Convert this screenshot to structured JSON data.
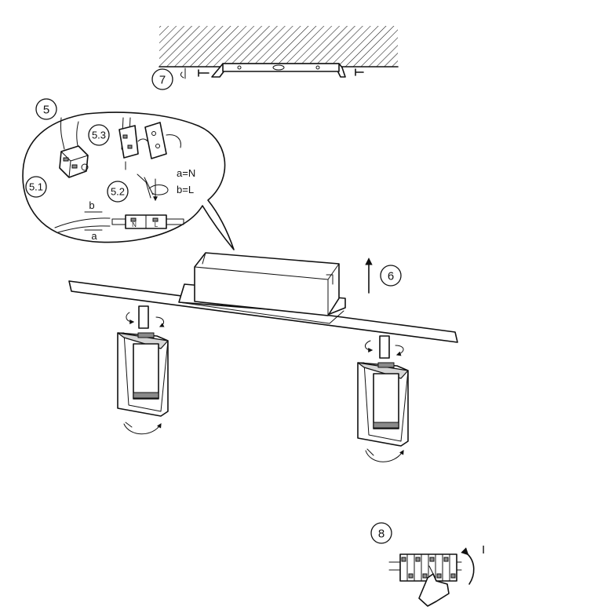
{
  "steps": {
    "s5": "5",
    "s51": "5.1",
    "s52": "5.2",
    "s53": "5.3",
    "s6": "6",
    "s7": "7",
    "s8": "8"
  },
  "labels": {
    "a_eq_n": "a=N",
    "b_eq_l": "b=L",
    "wire_a": "a",
    "wire_b": "b",
    "terminal_n": "N",
    "terminal_l": "L",
    "tighten": "I"
  },
  "colors": {
    "line": "#111111",
    "fill_light": "#d6d6d6",
    "fill_dark": "#8a8a8a"
  }
}
